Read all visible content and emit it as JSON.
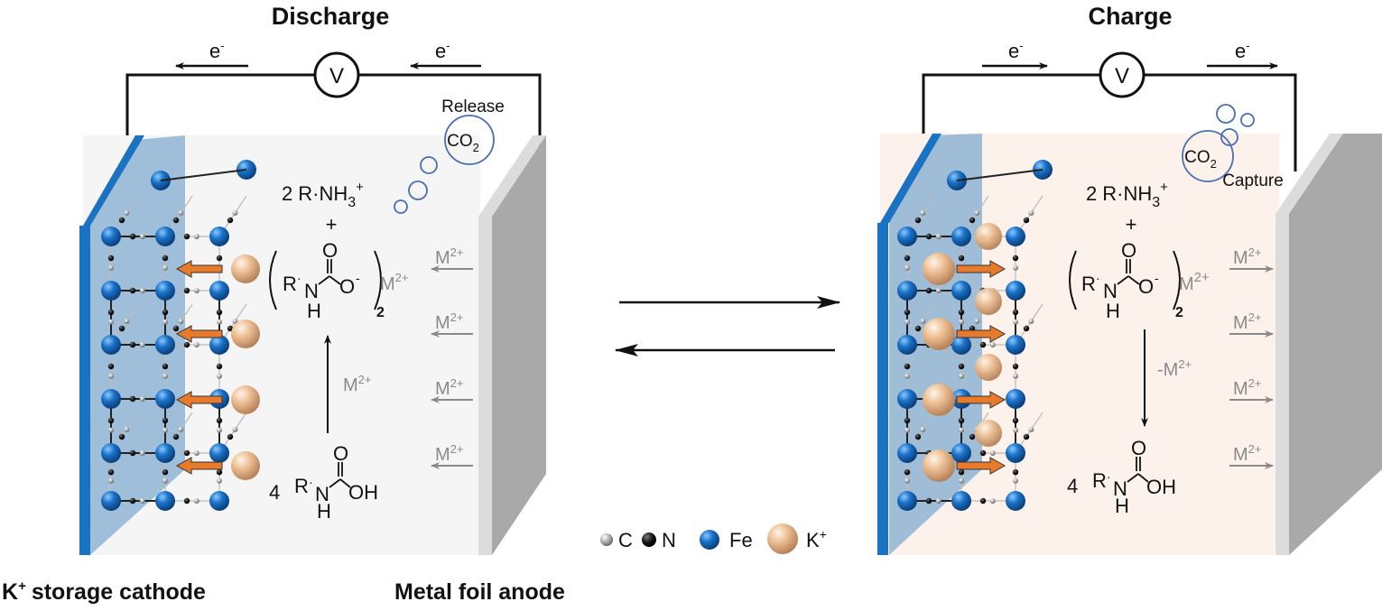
{
  "panels": {
    "discharge": {
      "title": "Discharge",
      "electron_label": "e",
      "electron_sup": "-",
      "voltmeter": "V",
      "gas_action": "Release",
      "gas": "CO",
      "gas_sub": "2",
      "top_species": {
        "coef": "2",
        "formula": "R·NH",
        "sub": "3",
        "sup": "+"
      },
      "plus": "+",
      "carbamate": {
        "r": "R",
        "n": "N",
        "h": "H",
        "o_top": "O",
        "o_minus": "O",
        "minus": "-",
        "sub": "2",
        "metal": "M",
        "metal_sup": "2+"
      },
      "reaction_arrow_label": "M",
      "reaction_arrow_sup": "2+",
      "bottom_species": {
        "coef": "4",
        "r": "R",
        "n": "N",
        "h": "H",
        "o_top": "O",
        "oh": "OH"
      },
      "ion_flux": [
        {
          "label": "M",
          "sup": "2+"
        },
        {
          "label": "M",
          "sup": "2+"
        },
        {
          "label": "M",
          "sup": "2+"
        },
        {
          "label": "M",
          "sup": "2+"
        }
      ],
      "ion_flux_direction": "toward-cathode",
      "background": "#f5f5f5"
    },
    "charge": {
      "title": "Charge",
      "electron_label": "e",
      "electron_sup": "-",
      "voltmeter": "V",
      "gas_action": "Capture",
      "gas": "CO",
      "gas_sub": "2",
      "top_species": {
        "coef": "2",
        "formula": "R·NH",
        "sub": "3",
        "sup": "+"
      },
      "plus": "+",
      "carbamate": {
        "r": "R",
        "n": "N",
        "h": "H",
        "o_top": "O",
        "o_minus": "O",
        "minus": "-",
        "sub": "2",
        "metal": "M",
        "metal_sup": "2+"
      },
      "reaction_arrow_label": "-M",
      "reaction_arrow_sup": "2+",
      "bottom_species": {
        "coef": "4",
        "r": "R",
        "n": "N",
        "h": "H",
        "o_top": "O",
        "oh": "OH"
      },
      "ion_flux": [
        {
          "label": "M",
          "sup": "2+"
        },
        {
          "label": "M",
          "sup": "2+"
        },
        {
          "label": "M",
          "sup": "2+"
        },
        {
          "label": "M",
          "sup": "2+"
        }
      ],
      "ion_flux_direction": "toward-anode",
      "background": "#fcf1eb"
    }
  },
  "labels": {
    "cathode": "storage cathode",
    "cathode_ion": "K",
    "cathode_ion_sup": "+",
    "anode": "Metal foil anode"
  },
  "legend": [
    {
      "symbol": "C",
      "color": "#a8a8a8"
    },
    {
      "symbol": "N",
      "color": "#1a1a1a"
    },
    {
      "symbol": "Fe",
      "color": "#1565b8"
    },
    {
      "symbol": "K",
      "sup": "+",
      "color": "#e6b48c"
    }
  ],
  "colors": {
    "cathode_plate": "#1a73c2",
    "cathode_glass": "#8fb4d4",
    "anode_face": "#dcdcdc",
    "anode_side": "#a9a9a9",
    "bubble": "#4a6fb0",
    "k_arrow": "#e87a2c"
  }
}
